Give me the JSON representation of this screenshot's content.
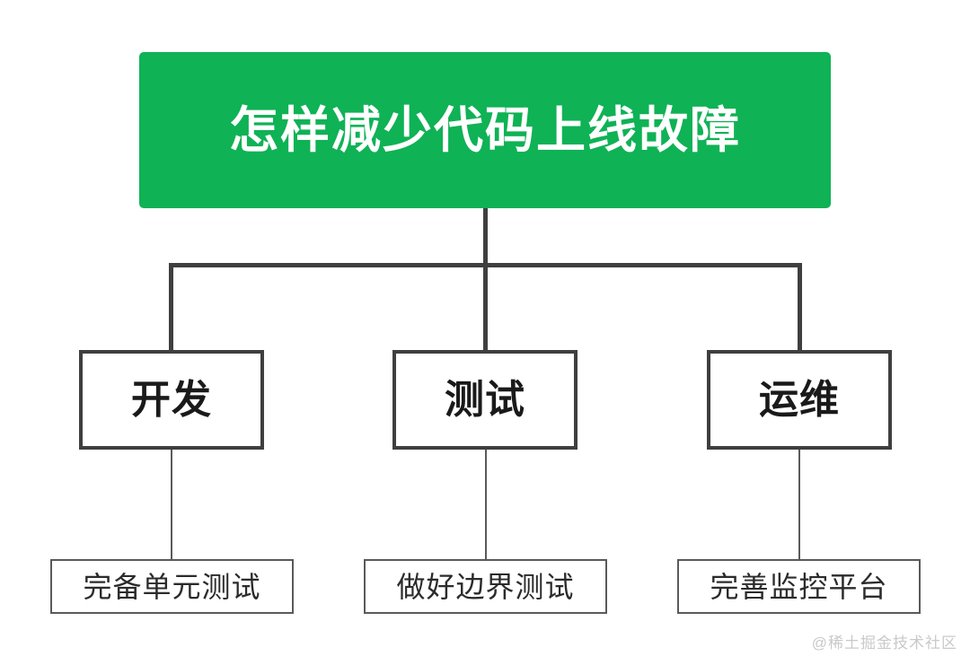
{
  "diagram": {
    "type": "org-chart",
    "background_color": "#ffffff",
    "root": {
      "label": "怎样减少代码上线故障",
      "fill_color": "#0fb255",
      "text_color": "#ffffff"
    },
    "branches": [
      {
        "label": "开发",
        "child": {
          "label": "完备单元测试"
        }
      },
      {
        "label": "测试",
        "child": {
          "label": "做好边界测试"
        }
      },
      {
        "label": "运维",
        "child": {
          "label": "完善监控平台"
        }
      }
    ],
    "connector_color": "#3f3f3f",
    "node_border_color": "#3f3f3f",
    "leaf_border_color": "#5a5a5a"
  },
  "watermark": {
    "text": "@稀土掘金技术社区",
    "color": "#c9c9c9"
  }
}
